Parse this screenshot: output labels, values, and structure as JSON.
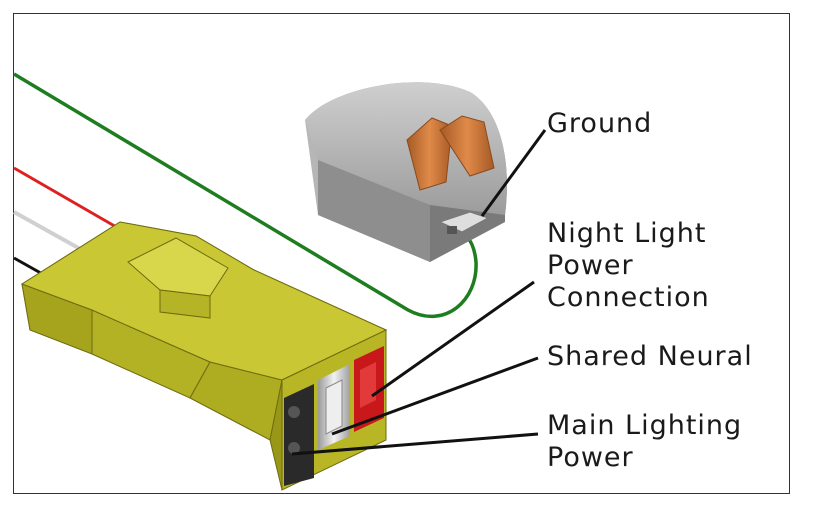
{
  "labels": {
    "ground": "Ground",
    "night_light_1": "Night Light",
    "night_light_2": "Power",
    "night_light_3": "Connection",
    "shared_neural": "Shared Neural",
    "main_lighting_1": "Main Lighting",
    "main_lighting_2": "Power"
  },
  "colors": {
    "connector_body": "#b8b625",
    "wire_green": "#1e7d1e",
    "wire_red": "#e02020",
    "wire_white": "#d8d8d8",
    "wire_black": "#111111",
    "terminal_red": "#c8181c",
    "ground_block": "#a9a9a9",
    "copper_strip": "#c7743b"
  }
}
